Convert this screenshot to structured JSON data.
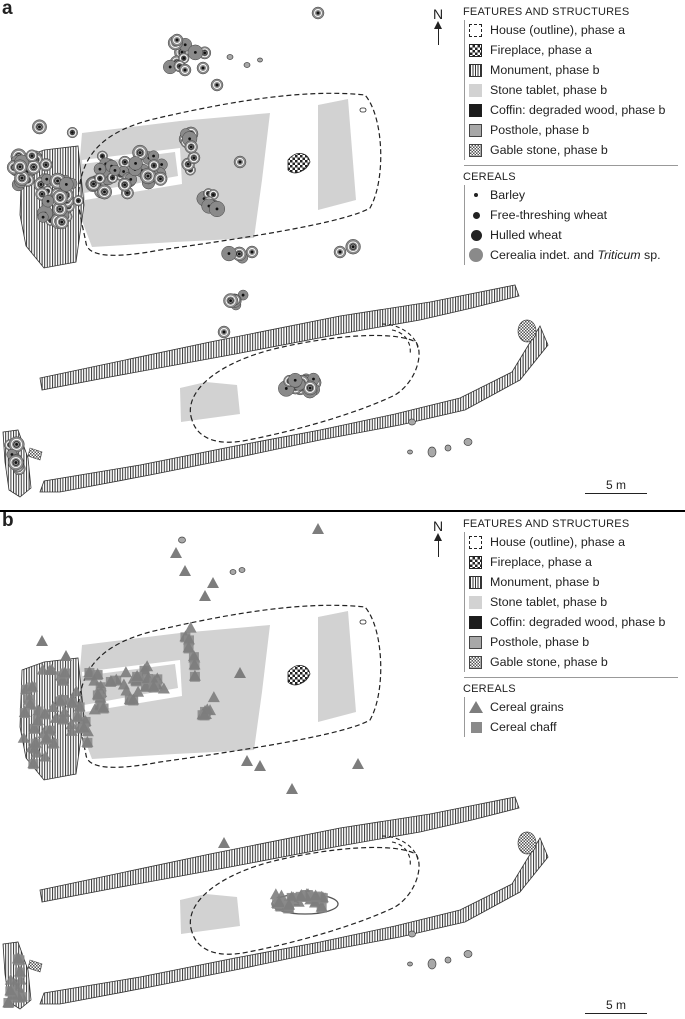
{
  "panel_a": {
    "label": "a",
    "north": "N",
    "legend": {
      "features_heading": "FEATURES AND STRUCTURES",
      "features": [
        {
          "icon": "house-outline-icon",
          "label": "House (outline), phase a"
        },
        {
          "icon": "fireplace-icon",
          "label": "Fireplace, phase a"
        },
        {
          "icon": "monument-hatch-icon",
          "label": "Monument, phase b"
        },
        {
          "icon": "stone-tablet-icon",
          "label": "Stone tablet, phase b"
        },
        {
          "icon": "coffin-icon",
          "label": "Coffin: degraded wood, phase b"
        },
        {
          "icon": "posthole-icon",
          "label": "Posthole, phase b"
        },
        {
          "icon": "gable-stone-icon",
          "label": "Gable stone, phase b"
        }
      ],
      "cereals_heading": "CEREALS",
      "cereals": [
        {
          "icon": "barley-dot-icon",
          "label": "Barley"
        },
        {
          "icon": "free-threshing-wheat-dot-icon",
          "label": "Free-threshing wheat"
        },
        {
          "icon": "hulled-wheat-dot-icon",
          "label": "Hulled wheat"
        },
        {
          "icon": "cerealia-dot-icon",
          "label_prefix": "Cerealia indet. and ",
          "label_italic": "Triticum",
          "label_suffix": " sp."
        }
      ]
    },
    "scale_label": "5 m"
  },
  "panel_b": {
    "label": "b",
    "north": "N",
    "legend": {
      "features_heading": "FEATURES AND STRUCTURES",
      "features": [
        {
          "icon": "house-outline-icon",
          "label": "House (outline), phase a"
        },
        {
          "icon": "fireplace-icon",
          "label": "Fireplace, phase a"
        },
        {
          "icon": "monument-hatch-icon",
          "label": "Monument, phase b"
        },
        {
          "icon": "stone-tablet-icon",
          "label": "Stone tablet, phase b"
        },
        {
          "icon": "coffin-icon",
          "label": "Coffin: degraded wood, phase b"
        },
        {
          "icon": "posthole-icon",
          "label": "Posthole, phase b"
        },
        {
          "icon": "gable-stone-icon",
          "label": "Gable stone, phase b"
        }
      ],
      "cereals_heading": "CEREALS",
      "cereals": [
        {
          "icon": "cereal-grain-triangle-icon",
          "label": "Cereal grains"
        },
        {
          "icon": "cereal-chaff-square-icon",
          "label": "Cereal chaff"
        }
      ]
    },
    "scale_label": "5 m"
  },
  "colors": {
    "stone_tablet": "#d2d2d2",
    "posthole": "#a8a8a8",
    "cerealia": "#8a8a8a",
    "grain_triangle": "#7d7d7d",
    "chaff_square": "#8a8a8a",
    "ink": "#222222"
  }
}
